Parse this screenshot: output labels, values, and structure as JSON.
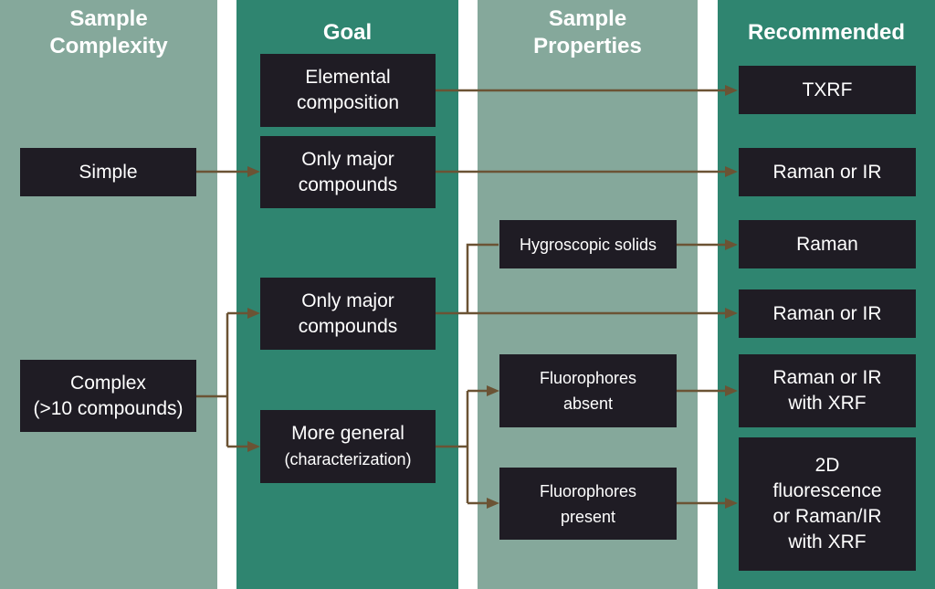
{
  "columns": {
    "complexity": "Sample\nComplexity",
    "goal": "Goal",
    "properties": "Sample\nProperties",
    "recommended": "Recommended"
  },
  "complexity": {
    "simple": "Simple",
    "complex": "Complex\n(>10 compounds)"
  },
  "goal": {
    "elemental": "Elemental\ncomposition",
    "major_simple": "Only major\ncompounds",
    "major_complex": "Only major\ncompounds",
    "general_line1": "More general",
    "general_line2": "(characterization)"
  },
  "properties": {
    "hygroscopic": "Hygroscopic solids",
    "fluoro_absent": "Fluorophores\nabsent",
    "fluoro_present": "Fluorophores\npresent"
  },
  "recommended": {
    "txrf": "TXRF",
    "raman_ir_1": "Raman or IR",
    "raman": "Raman",
    "raman_ir_2": "Raman or IR",
    "raman_ir_xrf": "Raman or IR\nwith XRF",
    "fluorescence": "2D\nfluorescence\nor Raman/IR\nwith XRF"
  },
  "colors": {
    "light_column": "#85a89b",
    "dark_column": "#2f8570",
    "box": "#1f1c24",
    "arrow": "#6b5334"
  }
}
